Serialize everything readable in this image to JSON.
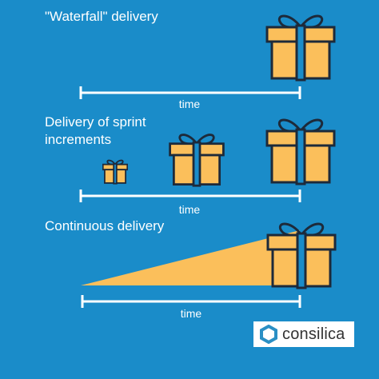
{
  "sections": {
    "waterfall": {
      "title": "\"Waterfall\" delivery",
      "axis_label": "time"
    },
    "sprint": {
      "title_line1": "Delivery of sprint",
      "title_line2": "increments",
      "axis_label": "time"
    },
    "continuous": {
      "title": "Continuous delivery",
      "axis_label": "time"
    }
  },
  "brand": {
    "name": "consilica"
  },
  "colors": {
    "background": "#1a8cc9",
    "gift_fill": "#fbbf5b",
    "gift_stroke": "#1d2a3a",
    "ribbon": "#1a8cc9",
    "wedge": "#fbbf5b",
    "axis": "#ffffff"
  }
}
